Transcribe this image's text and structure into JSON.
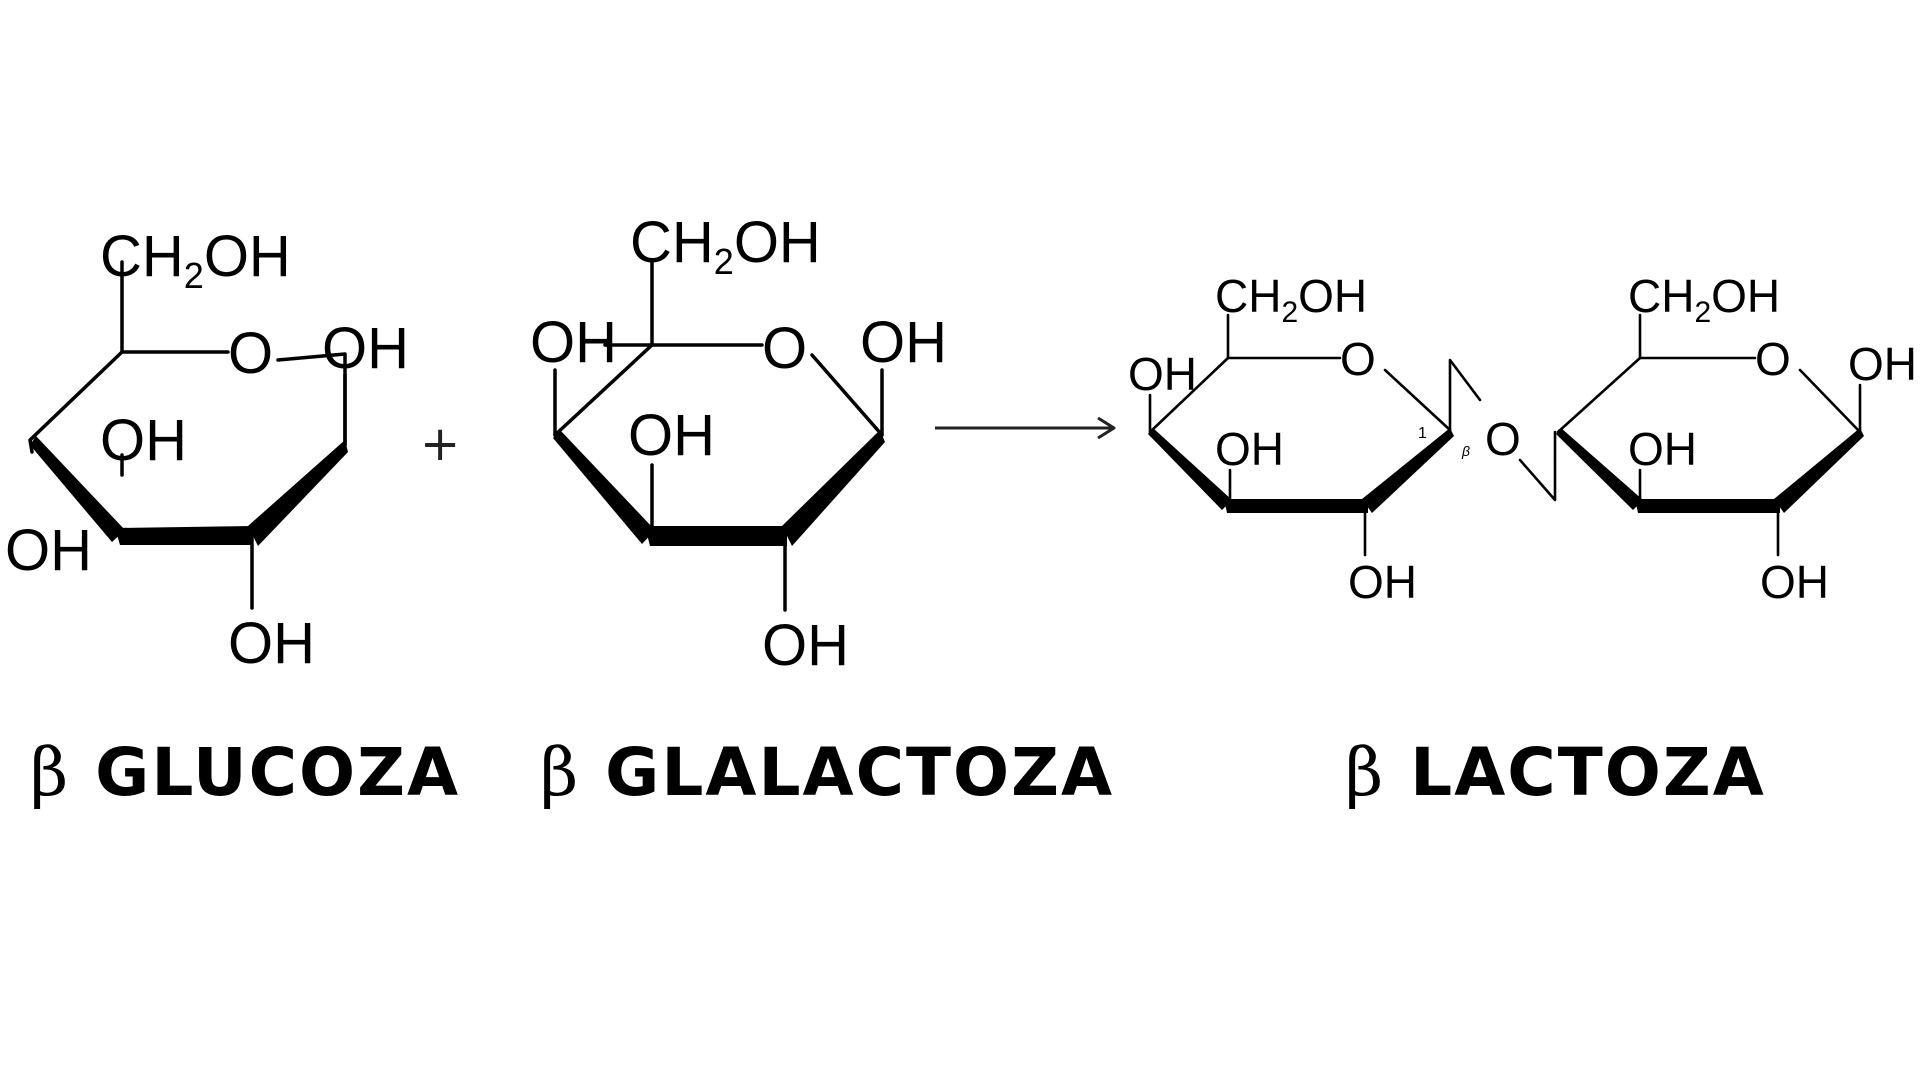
{
  "molecules": {
    "glucose": {
      "ch2oh": {
        "main": "CH",
        "sub": "2",
        "tail": "OH"
      },
      "ring_o": "O",
      "oh_c1": "OH",
      "oh_c2": "OH",
      "oh_c3": "OH",
      "oh_c4": "OH"
    },
    "galactose": {
      "ch2oh": {
        "main": "CH",
        "sub": "2",
        "tail": "OH"
      },
      "ring_o": "O",
      "oh_c1": "OH",
      "oh_c2": "OH",
      "oh_c3": "OH",
      "oh_c4": "OH"
    },
    "lactose": {
      "left_ring": {
        "ch2oh": {
          "main": "CH",
          "sub": "2",
          "tail": "OH"
        },
        "ring_o": "O",
        "oh_c4": "OH",
        "oh_c3": "OH",
        "oh_c2": "OH",
        "carbon_number": "1",
        "anomer": "β"
      },
      "glycosidic_o": "O",
      "right_ring": {
        "ch2oh": {
          "main": "CH",
          "sub": "2",
          "tail": "OH"
        },
        "ring_o": "O",
        "oh_c1": "OH",
        "oh_c3": "OH",
        "oh_c2": "OH"
      }
    }
  },
  "operators": {
    "plus": "+"
  },
  "captions": {
    "glucose": {
      "prefix": "β",
      "name": "GLUCOZA"
    },
    "galactose": {
      "prefix": "β",
      "name": "GLALACTOZA"
    },
    "lactose": {
      "prefix": "β",
      "name": "LACTOZA"
    }
  }
}
